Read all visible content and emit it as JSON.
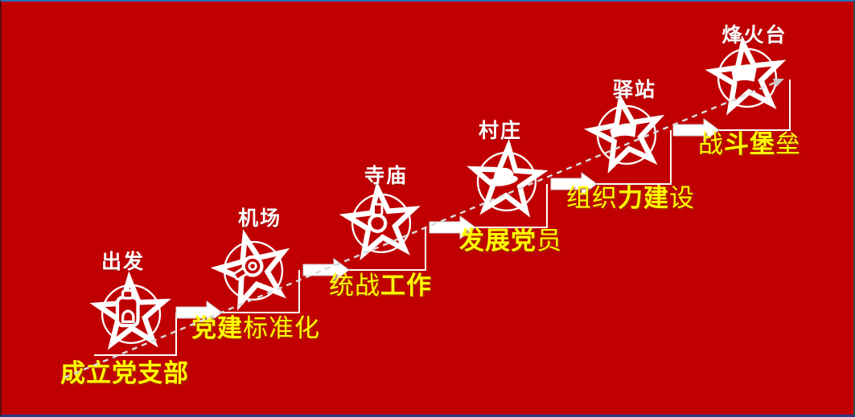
{
  "slide": {
    "background_color": "#C00000",
    "path_color": "#FFFFFF",
    "dashed_line_color": "#D9D9D9",
    "station_name_color": "#FFFFFF",
    "task_label_color": "#FFFF00"
  },
  "diagram": {
    "type": "journey-steps",
    "direction": "bottom-left to top-right",
    "stations": [
      {
        "name": "出发",
        "task": "成立党支部",
        "icon": "backpack-star-icon",
        "task_segments": [
          {
            "text": "成立党支部",
            "weight": "bold"
          }
        ]
      },
      {
        "name": "机场",
        "task": "党建标准化",
        "icon": "compass-star-icon",
        "task_segments": [
          {
            "text": "党建",
            "weight": "bold"
          },
          {
            "text": "标准化",
            "weight": "regular"
          }
        ]
      },
      {
        "name": "寺庙",
        "task": "统战工作",
        "icon": "medal-star-icon",
        "task_segments": [
          {
            "text": "统战",
            "weight": "regular"
          },
          {
            "text": "工作",
            "weight": "bold"
          }
        ]
      },
      {
        "name": "村庄",
        "task": "发展党员",
        "icon": "hat-star-icon",
        "task_segments": [
          {
            "text": "发展党",
            "weight": "bold"
          },
          {
            "text": "员",
            "weight": "regular"
          }
        ]
      },
      {
        "name": "驿站",
        "task": "组织力建设",
        "icon": "book-star-icon",
        "task_segments": [
          {
            "text": "组织",
            "weight": "regular"
          },
          {
            "text": "力建",
            "weight": "bold"
          },
          {
            "text": "设",
            "weight": "regular"
          }
        ]
      },
      {
        "name": "烽火台",
        "task": "战斗堡垒",
        "icon": "flag-star-icon",
        "task_segments": [
          {
            "text": "战",
            "weight": "regular"
          },
          {
            "text": "斗堡",
            "weight": "bold"
          },
          {
            "text": "垒",
            "weight": "regular"
          }
        ]
      }
    ]
  }
}
